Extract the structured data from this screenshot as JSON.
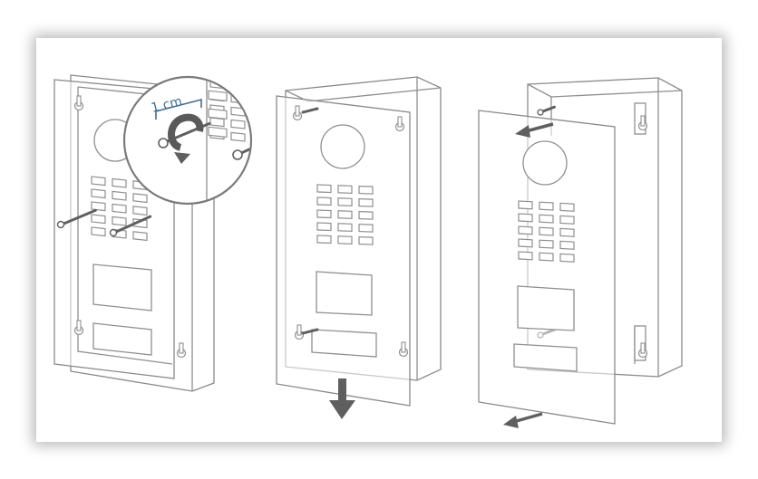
{
  "figure": {
    "measurement_label": "1 cm",
    "colors": {
      "line": "#8f8f8f",
      "dimension": "#3f6f9a",
      "arrow": "#5f5f5f"
    },
    "steps": [
      {
        "name": "step-1-fix-screws",
        "icons": [
          "screw-icon",
          "magnifier-icon",
          "rotate-arrow-icon"
        ]
      },
      {
        "name": "step-2-pull-down-cover",
        "icons": [
          "arrow-down-icon"
        ]
      },
      {
        "name": "step-3-remove-cover",
        "icons": [
          "arrow-out-icon"
        ]
      }
    ]
  }
}
